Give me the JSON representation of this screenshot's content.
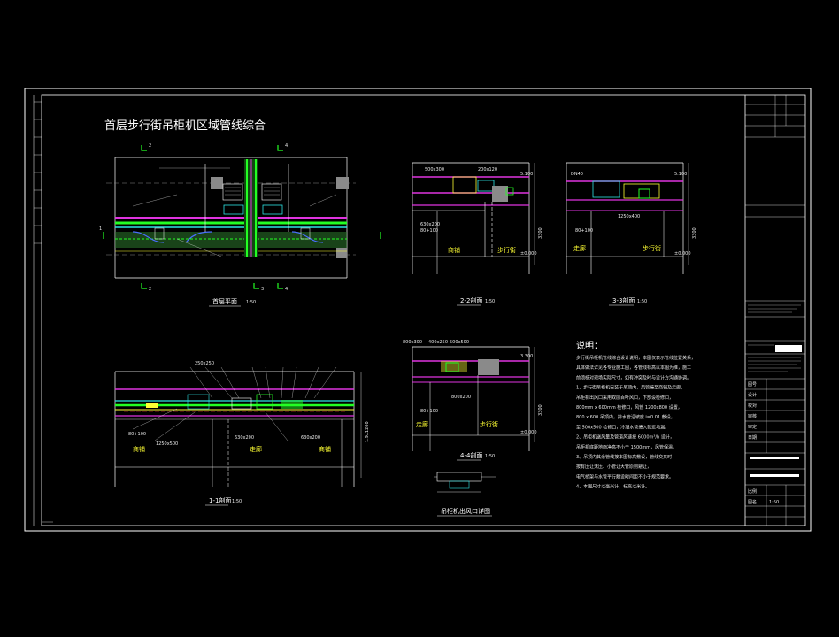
{
  "drawing": {
    "title": "首层步行街吊柜机区域管线综合",
    "colors": {
      "background": "#000000",
      "frame": "#ffffff",
      "magenta": "#e034e0",
      "green": "#23ff23",
      "cyan": "#2ee6e6",
      "yellow": "#ffff33",
      "red": "#ff3030",
      "blue": "#4a6dff"
    }
  },
  "views": {
    "plan": {
      "label": "首层平面",
      "scale": "1:50",
      "marks": [
        "2",
        "4",
        "1",
        "2",
        "3",
        "4"
      ]
    },
    "section_2": {
      "label": "2-2剖面",
      "scale": "1:50",
      "tags": [
        "500x300",
        "200x120",
        "630x200",
        "80+100"
      ],
      "levels": [
        "5.100",
        "3300",
        "±0.000"
      ],
      "rooms": [
        "商铺",
        "步行街"
      ]
    },
    "section_3": {
      "label": "3-3剖面",
      "scale": "1:50",
      "tags": [
        "DN40",
        "1250x400",
        "80+100"
      ],
      "levels": [
        "5.100",
        "3300",
        "±0.000"
      ],
      "rooms": [
        "走廊",
        "步行街"
      ]
    },
    "section_1": {
      "label": "1-1剖面",
      "scale": "1:50",
      "tags": [
        "250x250",
        "80+100",
        "1250x500",
        "630x200",
        "630x200",
        "1.9x1200"
      ],
      "rooms": [
        "商铺",
        "走廊",
        "商铺"
      ]
    },
    "section_4": {
      "label": "4-4剖面",
      "scale": "1:50",
      "tags": [
        "800x300",
        "400x250",
        "500x500",
        "800x200",
        "80+100"
      ],
      "levels": [
        "3.300",
        "3300",
        "±0.000"
      ],
      "rooms": [
        "走廊",
        "步行街"
      ]
    },
    "detail": {
      "label": "吊柜机出风口详图",
      "scale": ""
    }
  },
  "notes": {
    "heading": "说明：",
    "lines": [
      "步行街吊柜机管线综合设计说明，本图仅表示管线位置关系，",
      "具体做法详见各专业施工图，各管线标高以本图为准，施工",
      "前须核对现场实际尺寸，如有冲突及时与设计方沟通协调。",
      "1、步行街吊柜机安装于吊顶内，风管接至商铺及走廊，",
      "吊柜机出风口采用双层百叶风口，下部设检修口，",
      "800mm x 600mm 检修口，风管 1200x800 设置，",
      "800 x 600 吊顶内，排水管沿坡度 i=0.01 敷设，",
      "至 500x500 检修口，冷凝水管接入就近地漏。",
      "2、吊柜机送风量及管道风速按 6000m³/h 设计，",
      "吊柜机底距地面净高不小于 1500mm，风管保温。",
      "3、吊顶内其余管线按本图标高敷设，管线交叉时",
      "按有压让无压、小管让大管原则避让，",
      "电气桥架与水管平行敷设时间距不小于规范要求。",
      "4、本图尺寸以毫米计，标高以米计。"
    ]
  },
  "title_block": {
    "rows": [
      "图号",
      "设计",
      "校对",
      "审核",
      "审定",
      "日期",
      "比例",
      "图名"
    ],
    "drawing_no": "1:50"
  }
}
